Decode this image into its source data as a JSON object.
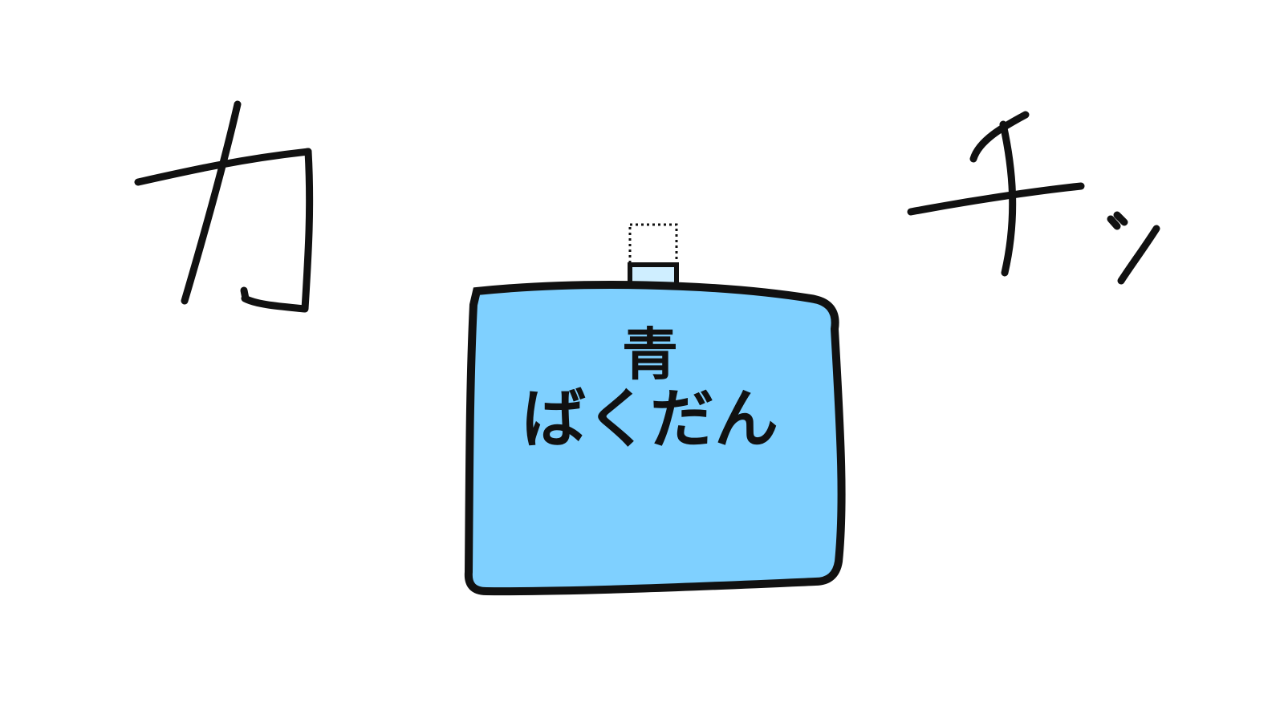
{
  "sfx": {
    "left": "カ",
    "right": "チッ"
  },
  "bomb": {
    "title": "青",
    "name": "ばくだん",
    "colors": {
      "body_fill": "#7fd0ff",
      "outline": "#111111",
      "fuse_fill": "#cfeeff"
    }
  }
}
